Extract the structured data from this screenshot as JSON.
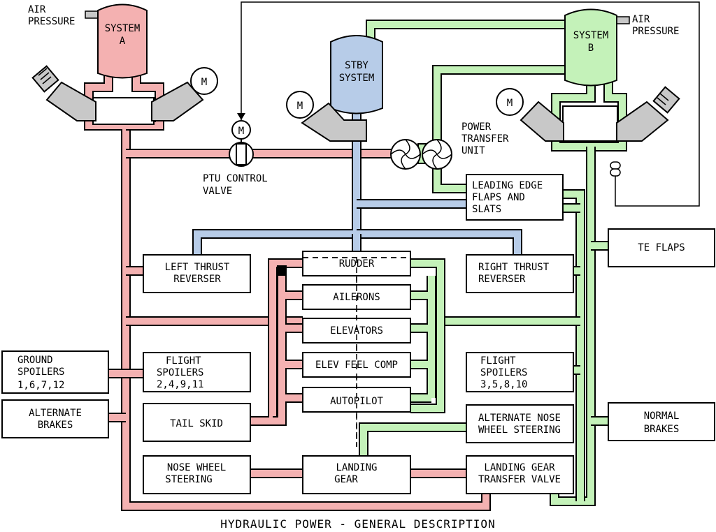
{
  "colors": {
    "system_a": "#f4b1b1",
    "system_b": "#c4f2b9",
    "standby": "#b7cce8",
    "pump": "#c8c8c8"
  },
  "caption": "HYDRAULIC POWER - GENERAL DESCRIPTION",
  "reservoirs": {
    "system_a": [
      "SYSTEM",
      "A"
    ],
    "stby": [
      "STBY",
      "SYSTEM"
    ],
    "system_b": [
      "SYSTEM",
      "B"
    ]
  },
  "air_pressure_a": [
    "AIR",
    "PRESSURE"
  ],
  "air_pressure_b": [
    "AIR",
    "PRESSURE"
  ],
  "motor_label": "M",
  "ptu_control_valve": [
    "PTU CONTROL",
    "VALVE"
  ],
  "power_transfer_unit": [
    "POWER",
    "TRANSFER",
    "UNIT"
  ],
  "boxes": {
    "leading_edge": [
      "LEADING EDGE",
      "FLAPS AND",
      "SLATS"
    ],
    "te_flaps": [
      "TE FLAPS"
    ],
    "left_thrust": [
      "LEFT THRUST",
      "REVERSER"
    ],
    "right_thrust": [
      "RIGHT THRUST",
      "REVERSER"
    ],
    "rudder": [
      "RUDDER"
    ],
    "ailerons": [
      "AILERONS"
    ],
    "elevators": [
      "ELEVATORS"
    ],
    "elev_feel": [
      "ELEV FEEL COMP"
    ],
    "autopilot": [
      "AUTOPILOT"
    ],
    "ground_spoilers": [
      "GROUND",
      "SPOILERS",
      "1,6,7,12"
    ],
    "alternate_brakes": [
      "ALTERNATE",
      "BRAKES"
    ],
    "flight_spoilers_left": [
      "FLIGHT",
      "SPOILERS",
      "2,4,9,11"
    ],
    "flight_spoilers_right": [
      "FLIGHT",
      "SPOILERS",
      "3,5,8,10"
    ],
    "tail_skid": [
      "TAIL SKID"
    ],
    "alt_nose_wheel": [
      "ALTERNATE NOSE",
      "WHEEL STEERING"
    ],
    "normal_brakes": [
      "NORMAL",
      "BRAKES"
    ],
    "nose_wheel": [
      "NOSE WHEEL",
      "STEERING"
    ],
    "landing_gear": [
      "LANDING",
      "GEAR"
    ],
    "lg_transfer": [
      "LANDING GEAR",
      "TRANSFER VALVE"
    ]
  }
}
